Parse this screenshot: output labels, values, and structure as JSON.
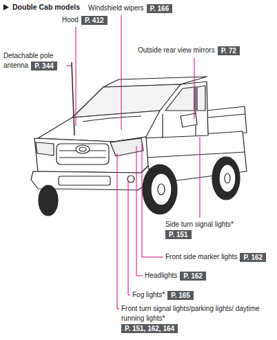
{
  "diagram": {
    "title": "Double Cab models",
    "nodes": [
      {
        "text": [
          "Windshield wipers",
          "P. 166"
        ]
      },
      {
        "text": [
          "Hood",
          "P. 412"
        ]
      },
      {
        "text": [
          "Detachable pole antenna",
          "P. 344"
        ]
      },
      {
        "text": [
          "Outside rear view mirrors",
          "P. 72"
        ]
      },
      {
        "text": [
          "Side turn signal lights*",
          "P. 151"
        ]
      },
      {
        "text": [
          "Front side marker lights",
          "P. 162"
        ]
      },
      {
        "text": [
          "Headlights",
          "P. 162"
        ]
      },
      {
        "text": [
          "Fog lights*",
          "P. 165"
        ]
      },
      {
        "text": [
          "Front turn signal lights/parking lights/ daytime running lights*",
          "P. 151, 162, 164"
        ]
      }
    ]
  }
}
